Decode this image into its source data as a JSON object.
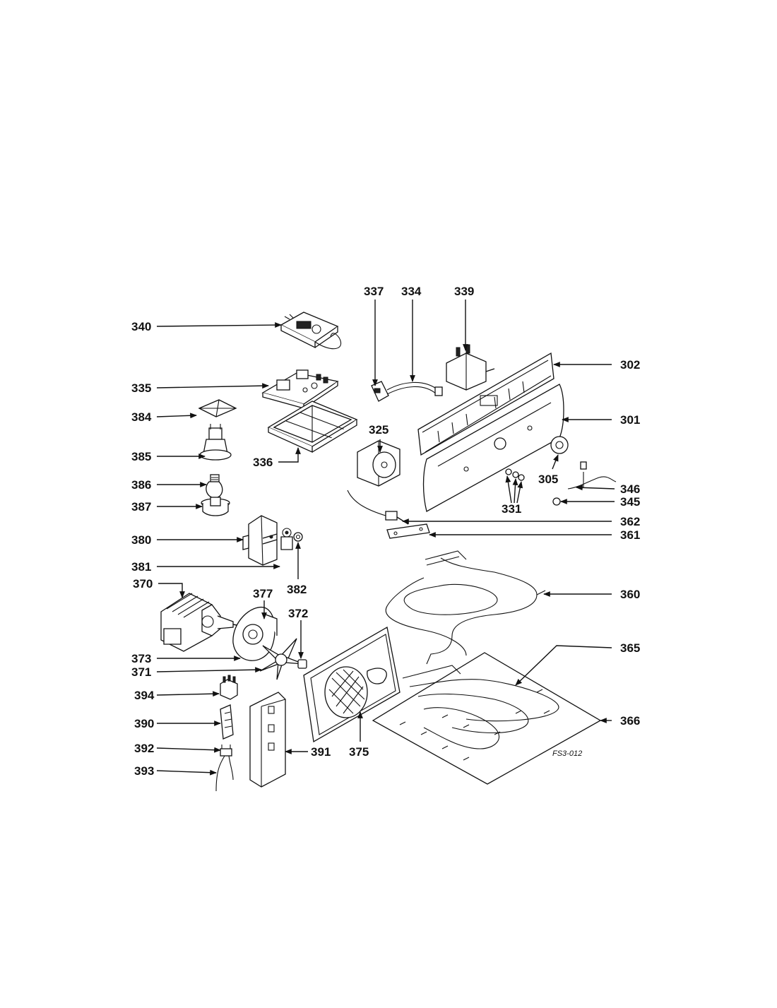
{
  "diagram": {
    "labels": {
      "l302": "302",
      "l301": "301",
      "l305": "305",
      "l346": "346",
      "l345": "345",
      "l331": "331",
      "l325": "325",
      "l337": "337",
      "l334": "334",
      "l339": "339",
      "l340": "340",
      "l335": "335",
      "l384": "384",
      "l336": "336",
      "l385": "385",
      "l386": "386",
      "l387": "387",
      "l380": "380",
      "l381": "381",
      "l382": "382",
      "l370": "370",
      "l377": "377",
      "l372": "372",
      "l373": "373",
      "l371": "371",
      "l394": "394",
      "l390": "390",
      "l392": "392",
      "l393": "393",
      "l391": "391",
      "l375": "375",
      "l362": "362",
      "l361": "361",
      "l360": "360",
      "l365": "365",
      "l366": "366"
    },
    "figure_code": "FS3-012"
  }
}
